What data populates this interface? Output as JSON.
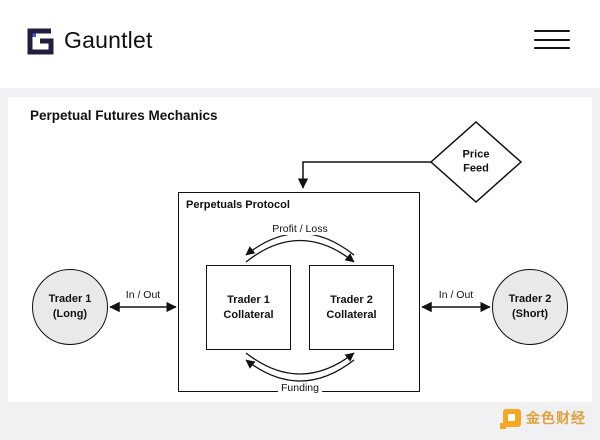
{
  "header": {
    "brand": "Gauntlet"
  },
  "diagram": {
    "title": "Perpetual Futures Mechanics",
    "price_feed_label": "Price\nFeed",
    "protocol_label": "Perpetuals Protocol",
    "collateral1_label": "Trader 1\nCollateral",
    "collateral2_label": "Trader 2\nCollateral",
    "profit_loss_label": "Profit / Loss",
    "funding_label": "Funding",
    "trader1_label": "Trader 1\n(Long)",
    "trader2_label": "Trader 2\n(Short)",
    "in_out_left_label": "In / Out",
    "in_out_right_label": "In / Out"
  },
  "watermark": {
    "text": "金色财经"
  },
  "colors": {
    "logo_navy": "#20203e",
    "logo_blue": "#4253e8",
    "watermark_gold": "#dfa13d",
    "watermark_orange": "#f7a823",
    "page_background": "#f1f1f3"
  }
}
